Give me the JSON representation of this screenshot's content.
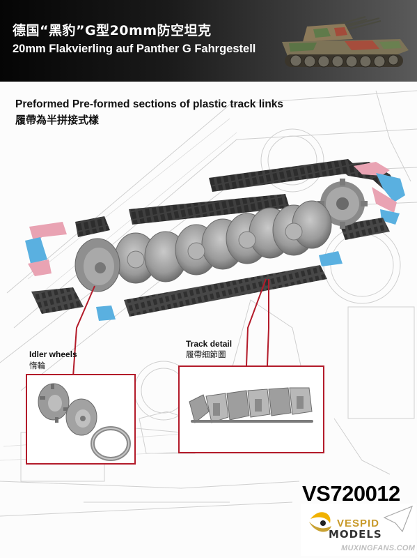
{
  "header": {
    "title_cn": "德国“黑豹”G型20mm防空坦克",
    "title_en": "20mm Flakvierling auf Panther G Fahrgestell"
  },
  "section": {
    "heading_en": "Preformed Pre-formed sections of plastic track links",
    "heading_cn": "履帶為半拼接式樣"
  },
  "callouts": {
    "idler": {
      "label_en": "Idler wheels",
      "label_cn": "惰輪"
    },
    "track": {
      "label_en": "Track detail",
      "label_cn": "履帶細節圖"
    }
  },
  "footer": {
    "product_code": "VS720012",
    "logo_top": "VESPID",
    "logo_bottom": "MODELS",
    "watermark": "MUXINGFANS.COM"
  },
  "colors": {
    "accent_red": "#b31b2a",
    "part_grey": "#8d8d8d",
    "track_dark": "#3d3d3d",
    "pink_links": "#e9a3b3",
    "blue_links": "#5ab0e0"
  }
}
